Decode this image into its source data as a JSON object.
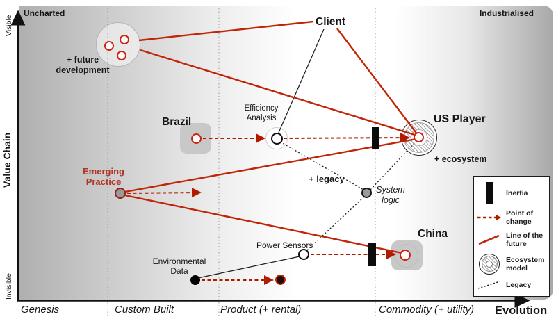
{
  "corners": {
    "top_left": "Uncharted",
    "top_right": "Industrialised"
  },
  "axes": {
    "y_title": "Value Chain",
    "y_top": "Visible",
    "y_bottom": "Invisible",
    "x_title": "Evolution",
    "stages": [
      "Genesis",
      "Custom Built",
      "Product (+ rental)",
      "Commodity (+ utility)"
    ]
  },
  "nodes": {
    "future_development": {
      "line1": "+ future",
      "line2": "development"
    },
    "client": {
      "label": "Client"
    },
    "brazil": {
      "label": "Brazil"
    },
    "efficiency_analysis": {
      "line1": "Efficiency",
      "line2": "Analysis"
    },
    "us_player": {
      "label": "US Player",
      "annotation": "+ ecosystem"
    },
    "emerging_practice": {
      "line1": "Emerging",
      "line2": "Practice"
    },
    "system_logic": {
      "line1": "System",
      "line2": "logic"
    },
    "legacy_annotation": "+ legacy",
    "power_sensors": {
      "label": "Power Sensors"
    },
    "environmental_data": {
      "line1": "Environmental",
      "line2": "Data"
    },
    "china": {
      "label": "China"
    }
  },
  "legend": {
    "items": [
      {
        "icon": "inertia-bar-icon",
        "label": "Inertia"
      },
      {
        "icon": "point-of-change-arrow-icon",
        "label": "Point of change"
      },
      {
        "icon": "line-of-future-icon",
        "label": "Line of the future"
      },
      {
        "icon": "ecosystem-model-icon",
        "label": "Ecosystem model"
      },
      {
        "icon": "legacy-line-icon",
        "label": "Legacy"
      }
    ]
  },
  "colors": {
    "future_line_red": "#c22408",
    "change_arrow_red": "#b01b00",
    "node_ring_red": "#cc2413",
    "panel_gray": "#c8c8c8",
    "axis_black": "#111111",
    "emerging_text_red": "#b03425"
  }
}
